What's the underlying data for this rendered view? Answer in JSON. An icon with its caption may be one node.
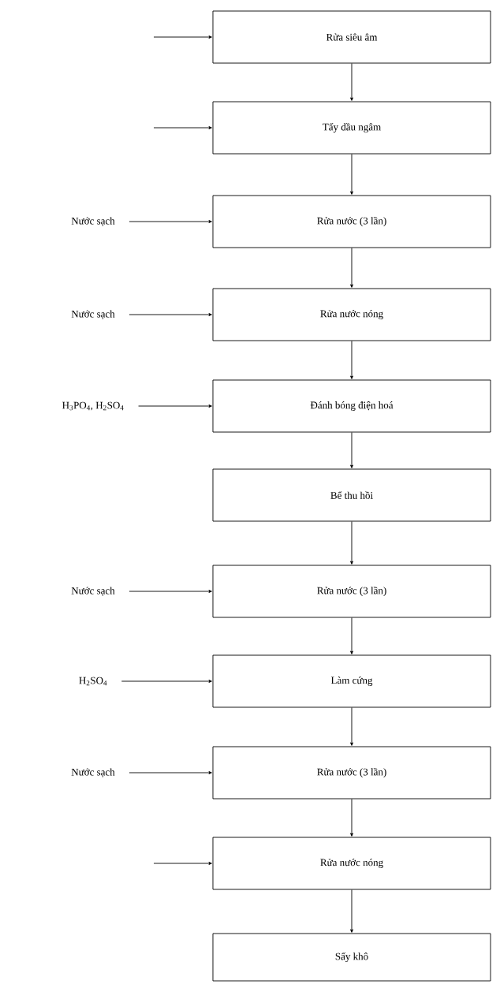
{
  "diagram": {
    "nodes": [
      {
        "text": [
          "Rửa siêu âm"
        ]
      },
      {
        "text": [
          "Tẩy dầu ngâm"
        ]
      },
      {
        "text": [
          "Nước sạch"
        ]
      },
      {
        "text": [
          "Rửa nước (3 lần)"
        ]
      },
      {
        "text": [
          "Nước sạch"
        ]
      },
      {
        "text": [
          "Rửa nước nóng"
        ]
      },
      {
        "text": [
          "H$_{3}$PO$_{4}$, H$_{2}$SO$_{4}$"
        ]
      },
      {
        "text": [
          "Đánh bóng điện hoá"
        ]
      },
      {
        "text": [
          "Bể thu hồi"
        ]
      },
      {
        "text": [
          "Nước sạch"
        ]
      },
      {
        "text": [
          "Rửa nước (3 lần)"
        ]
      },
      {
        "text": [
          "H$_{2}$SO$_{4}$"
        ]
      },
      {
        "text": [
          "Làm cứng"
        ]
      },
      {
        "text": [
          "Nước sạch"
        ]
      },
      {
        "text": [
          "Rửa nước (3 lần)"
        ]
      },
      {
        "text": [
          "Rửa nước nóng"
        ]
      },
      {
        "text": [
          "Sấy khô"
        ]
      }
    ],
    "edges": [
      {
        "from": null,
        "to": 0,
        "arrow": "to"
      },
      {
        "from": 0,
        "to": 1,
        "arrow": "to"
      },
      {
        "from": null,
        "to": 1,
        "arrow": "to"
      },
      {
        "from": 1,
        "to": 3,
        "arrow": "to"
      },
      {
        "from": 2,
        "to": 3,
        "arrow": "to"
      },
      {
        "from": 3,
        "to": 5,
        "arrow": "to"
      },
      {
        "from": 4,
        "to": 5,
        "arrow": "to"
      },
      {
        "from": 5,
        "to": 7,
        "arrow": "to"
      },
      {
        "from": 6,
        "to": 7,
        "arrow": "to"
      },
      {
        "from": 7,
        "to": 8,
        "arrow": "to"
      },
      {
        "from": 8,
        "to": 10,
        "arrow": "to"
      },
      {
        "from": 9,
        "to": 10,
        "arrow": "to"
      },
      {
        "from": 10,
        "to": 12,
        "arrow": "to"
      },
      {
        "from": 11,
        "to": 12,
        "arrow": "to"
      },
      {
        "from": 12,
        "to": 14,
        "arrow": "to"
      },
      {
        "from": 13,
        "to": 14,
        "arrow": "to"
      },
      {
        "from": 14,
        "to": 15,
        "arrow": "to"
      },
      {
        "from": null,
        "to": 15,
        "arrow": "to"
      },
      {
        "from": 15,
        "to": 16,
        "arrow": "to"
      }
    ]
  }
}
